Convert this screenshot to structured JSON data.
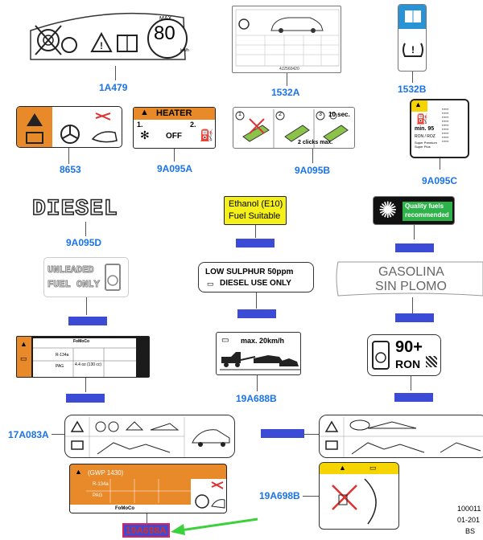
{
  "labels": {
    "l1A479": {
      "code": "1A479",
      "max_text": "MAX",
      "speed": "80",
      "unit": "km/h"
    },
    "l1532A": {
      "code": "1532A",
      "part_no": "4J2560420"
    },
    "l1532B": {
      "code": "1532B"
    },
    "l8653": {
      "code": "8653"
    },
    "l9A095A": {
      "code": "9A095A",
      "title": "HEATER",
      "step1": "1.",
      "off": "OFF",
      "step2": "2."
    },
    "l9A095B": {
      "code": "9A095B",
      "n1": "1",
      "n2": "2",
      "n3": "3",
      "secs": "10 sec.",
      "clicks": "2 clicks max."
    },
    "l9A095C": {
      "code": "9A095C",
      "ron": "min. 95",
      "ron2": "RON / ROZ",
      "super": "Super Premium Super Plus"
    },
    "l9A095D": {
      "code": "9A095D",
      "text": "DIESEL"
    },
    "ethanol": {
      "line1": "Ethanol (E10)",
      "line2": "Fuel Suitable"
    },
    "quality": {
      "line1": "Quality fuels",
      "line2": "recommended"
    },
    "unleaded": {
      "line1": "UNLEADED",
      "line2": "FUEL ONLY"
    },
    "lowsulphur": {
      "line1": "LOW SULPHUR 50ppm",
      "line2": "DIESEL USE ONLY"
    },
    "gasolina": {
      "line1": "GASOLINA",
      "line2": "SIN PLOMO"
    },
    "ac": {
      "gas": "R-134a",
      "oil": "PAG",
      "oilamt": "4.4 oz (130 cc)",
      "brand": "FoMoCo"
    },
    "l19A688B": {
      "code": "19A688B",
      "speed": "max. 20km/h"
    },
    "ron90": {
      "value": "90+",
      "unit": "RON"
    },
    "l17A083A": {
      "code": "17A083A"
    },
    "l19A698B": {
      "code": "19A698B"
    },
    "gwp": {
      "title": "(GWP 1430)",
      "gas": "R-134a",
      "oil": "PAG",
      "brand": "FoMoCo",
      "code": "19A698A"
    },
    "corner": {
      "t1": "100011",
      "t2": "01-201",
      "t3": "BS"
    }
  }
}
